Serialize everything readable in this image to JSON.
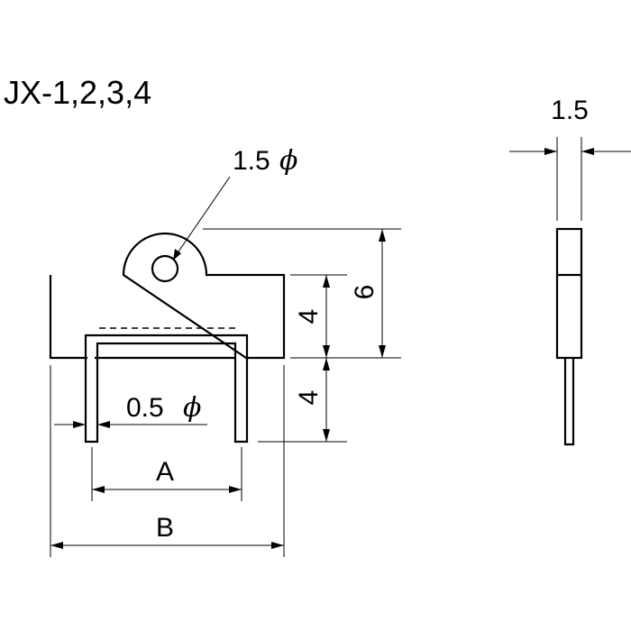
{
  "title": "JX-1,2,3,4",
  "dimensions": {
    "hole_diameter": "1.5",
    "pin_diameter": "0.5",
    "diameter_symbol": "ϕ",
    "body_height": "4",
    "lead_length": "4",
    "total_height": "6",
    "pin_pitch": "A",
    "body_width": "B",
    "thickness": "1.5"
  }
}
